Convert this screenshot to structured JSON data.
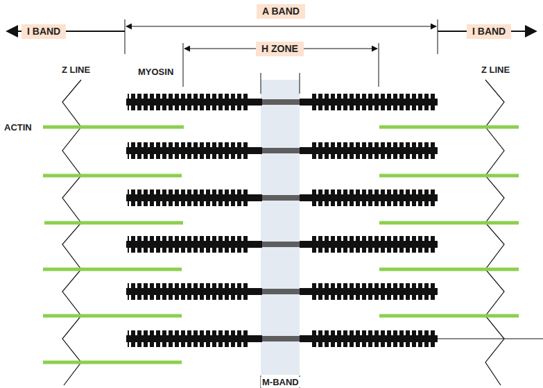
{
  "diagram": {
    "nodes": [
      {
        "text": [
          "A BAND"
        ]
      },
      {
        "text": [
          "I BAND"
        ]
      },
      {
        "text": [
          "I BAND"
        ]
      },
      {
        "text": [
          "H ZONE"
        ]
      }
    ],
    "labels": [
      "Z LINE",
      "MYOSIN",
      "Z LINE",
      "ACTIN",
      "M-BAND"
    ]
  }
}
